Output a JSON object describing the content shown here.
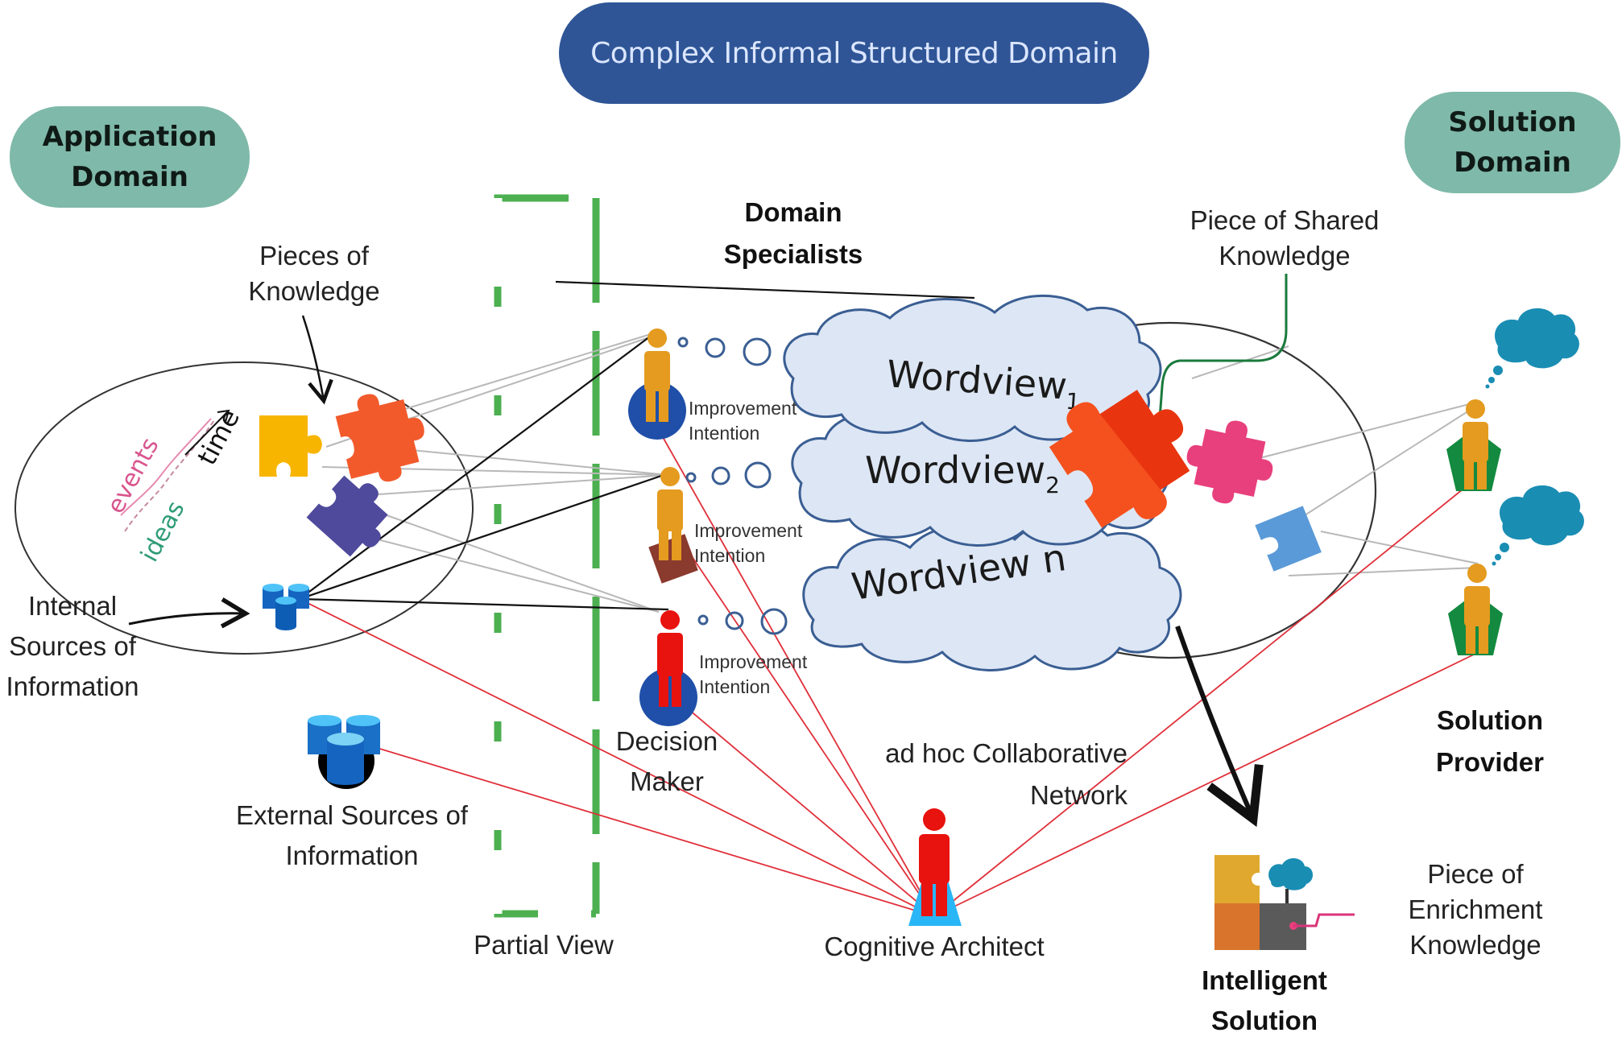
{
  "title": "Complex Informal Structured Domain",
  "domains": {
    "application": "Application Domain",
    "solution": "Solution Domain"
  },
  "labels": {
    "pieces_of_knowledge": "Pieces of Knowledge",
    "domain_specialists": "Domain Specialists",
    "piece_shared_knowledge": "Piece of Shared Knowledge",
    "internal_sources": "Internal Sources of Information",
    "external_sources": "External Sources of Information",
    "partial_view": "Partial View",
    "decision_maker": "Decision Maker",
    "collab_network": "ad hoc Collaborative Network",
    "cognitive_architect": "Cognitive Architect",
    "solution_provider": "Solution Provider",
    "intelligent_solution": "Intelligent Solution",
    "piece_enrichment": "Piece of Enrichment Knowledge"
  },
  "timeline_words": {
    "events": "events",
    "ideas": "ideas",
    "time": "time"
  },
  "specialists": [
    {
      "intention": "Improvement Intention",
      "color": "#e49b1f",
      "base": "circle",
      "base_color": "#1f4fa8"
    },
    {
      "intention": "Improvement Intention",
      "color": "#e49b1f",
      "base": "square",
      "base_color": "#8b3a2e"
    },
    {
      "intention": "Improvement Intention",
      "color": "#e8120e",
      "base": "circle",
      "base_color": "#1f4fa8"
    }
  ],
  "worldviews": [
    {
      "text": "Wordview",
      "sub": "1"
    },
    {
      "text": "Wordview",
      "sub": "2"
    },
    {
      "text": "Wordview n",
      "sub": ""
    }
  ],
  "colors": {
    "domain_pill": "#7fb9a9",
    "title_pill": "#2f5596",
    "partial_view_dash": "#4caf50",
    "red_link": "#e0303a",
    "gray_link": "#b5b5b5",
    "cloud_fill": "#dde6f4",
    "cloud_stroke": "#3a5e93",
    "provider_pentagon": "#138a3f",
    "provider_cloud": "#1a8db3"
  }
}
